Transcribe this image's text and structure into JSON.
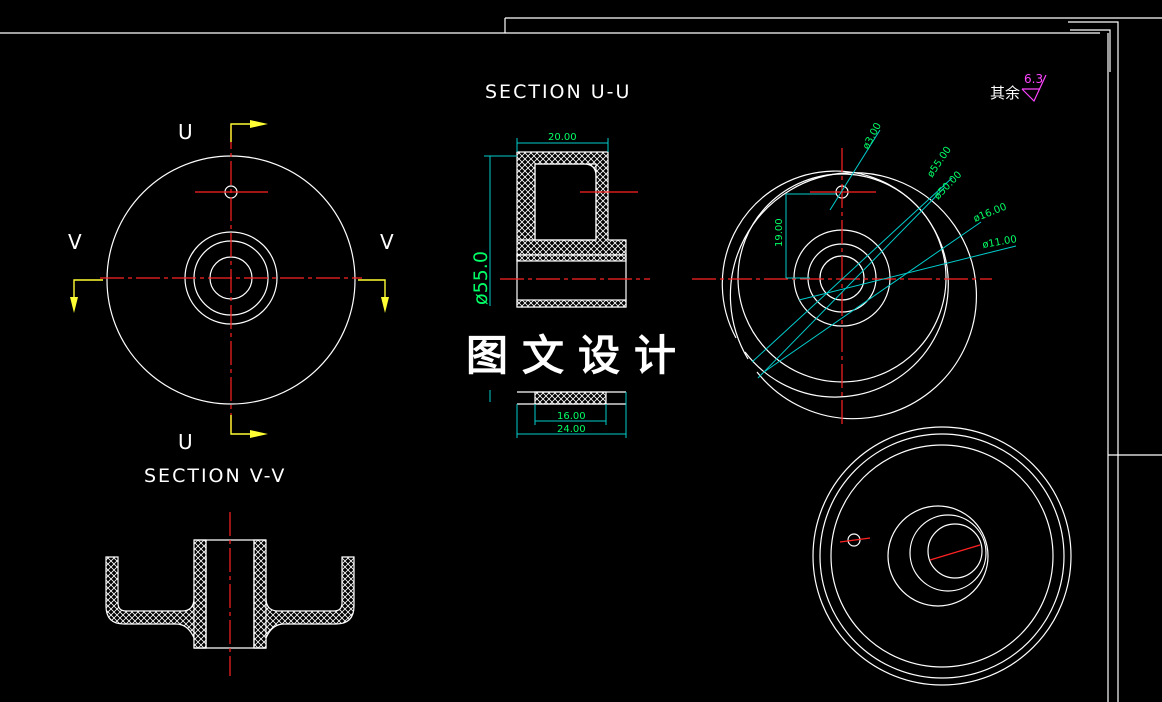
{
  "titles": {
    "section_uu": "SECTION U-U",
    "section_vv": "SECTION V-V"
  },
  "view_labels": {
    "u_top": "U",
    "u_bottom": "U",
    "v_left": "V",
    "v_right": "V"
  },
  "dimensions": {
    "width_20": "20.00",
    "diameter_55": "ø55.0",
    "width_16": "16.00",
    "width_24": "24.00",
    "height_19": "19.00",
    "dia_3": "ø3.00",
    "dia_55": "ø55.00",
    "dia_50": "ø50.00",
    "dia_16": "ø16.00",
    "dia_11": "ø11.00"
  },
  "surface_finish": {
    "note": "其余",
    "value": "6.3"
  },
  "watermark": "图文设计",
  "colors": {
    "background": "#000000",
    "outline": "#ffffff",
    "centerline": "#ff2222",
    "dimension": "#00ff66",
    "leader": "#00cccc",
    "arrow": "#ffff33",
    "roughness": "#ff44ff"
  }
}
